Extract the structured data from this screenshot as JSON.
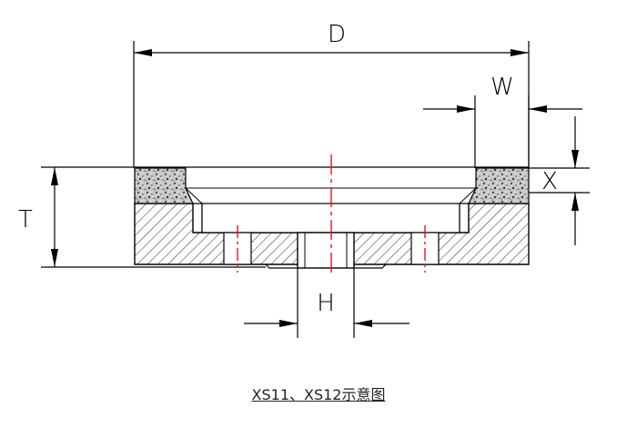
{
  "dimensions": {
    "outer_diameter": "D",
    "rim_width": "W",
    "layer_depth": "X",
    "total_thickness": "T",
    "bore": "H"
  },
  "caption": "XS11、XS12示意图",
  "colors": {
    "line": "#000000",
    "centerline": "#e8141c",
    "hatch": "#111111",
    "abrasive": "#8a8a8a"
  }
}
